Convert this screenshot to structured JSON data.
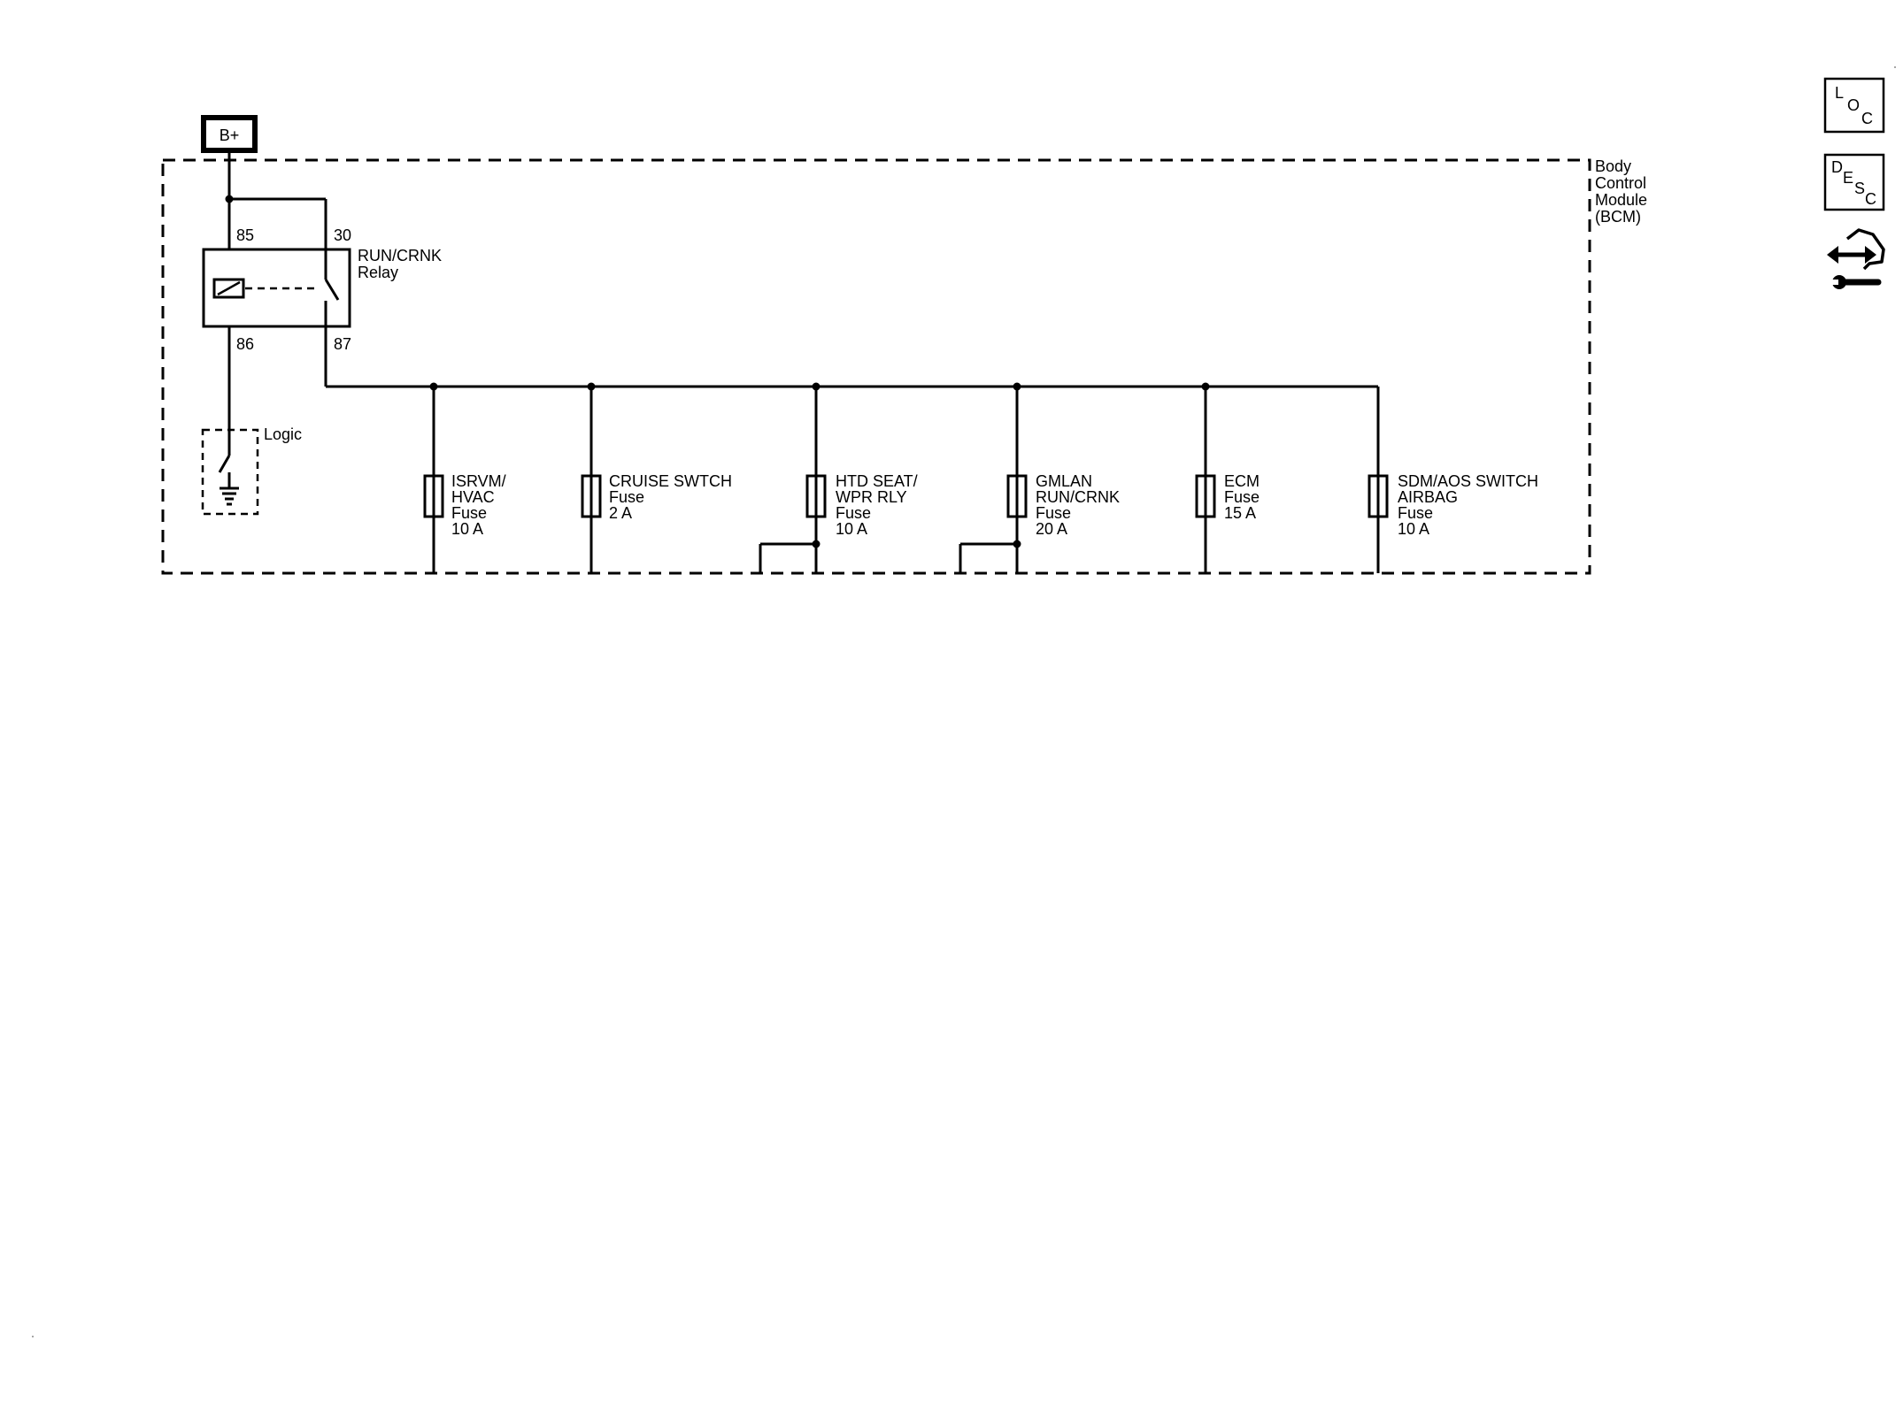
{
  "power_source": {
    "label": "B+"
  },
  "module": {
    "name_lines": [
      "Body",
      "Control",
      "Module",
      "(BCM)"
    ]
  },
  "relay": {
    "name_lines": [
      "RUN/CRNK",
      "Relay"
    ],
    "pins": {
      "coil_feed": "85",
      "switch_in": "30",
      "coil_ground": "86",
      "switch_out": "87"
    }
  },
  "logic": {
    "label": "Logic"
  },
  "fuses": [
    {
      "id": "isrvm-hvac",
      "label_lines": [
        "ISRVM/",
        "HVAC",
        "Fuse",
        "10 A"
      ]
    },
    {
      "id": "cruise-switch",
      "label_lines": [
        "CRUISE SWTCH",
        "Fuse",
        "2 A"
      ]
    },
    {
      "id": "htd-seat-wpr-rly",
      "label_lines": [
        "HTD SEAT/",
        "WPR RLY",
        "Fuse",
        "10 A"
      ]
    },
    {
      "id": "gmlan-run-crnk",
      "label_lines": [
        "GMLAN",
        "RUN/CRNK",
        "Fuse",
        "20 A"
      ]
    },
    {
      "id": "ecm",
      "label_lines": [
        "ECM",
        "Fuse",
        "15 A"
      ]
    },
    {
      "id": "sdm-aos-airbag",
      "label_lines": [
        "SDM/AOS SWITCH",
        "AIRBAG",
        "Fuse",
        "10 A"
      ]
    }
  ],
  "side_buttons": [
    {
      "id": "loc",
      "letters": [
        "L",
        "O",
        "C"
      ]
    },
    {
      "id": "desc",
      "letters": [
        "D",
        "E",
        "S",
        "C"
      ]
    },
    {
      "id": "diagnostic",
      "icon": "connector-wrench-icon"
    }
  ]
}
